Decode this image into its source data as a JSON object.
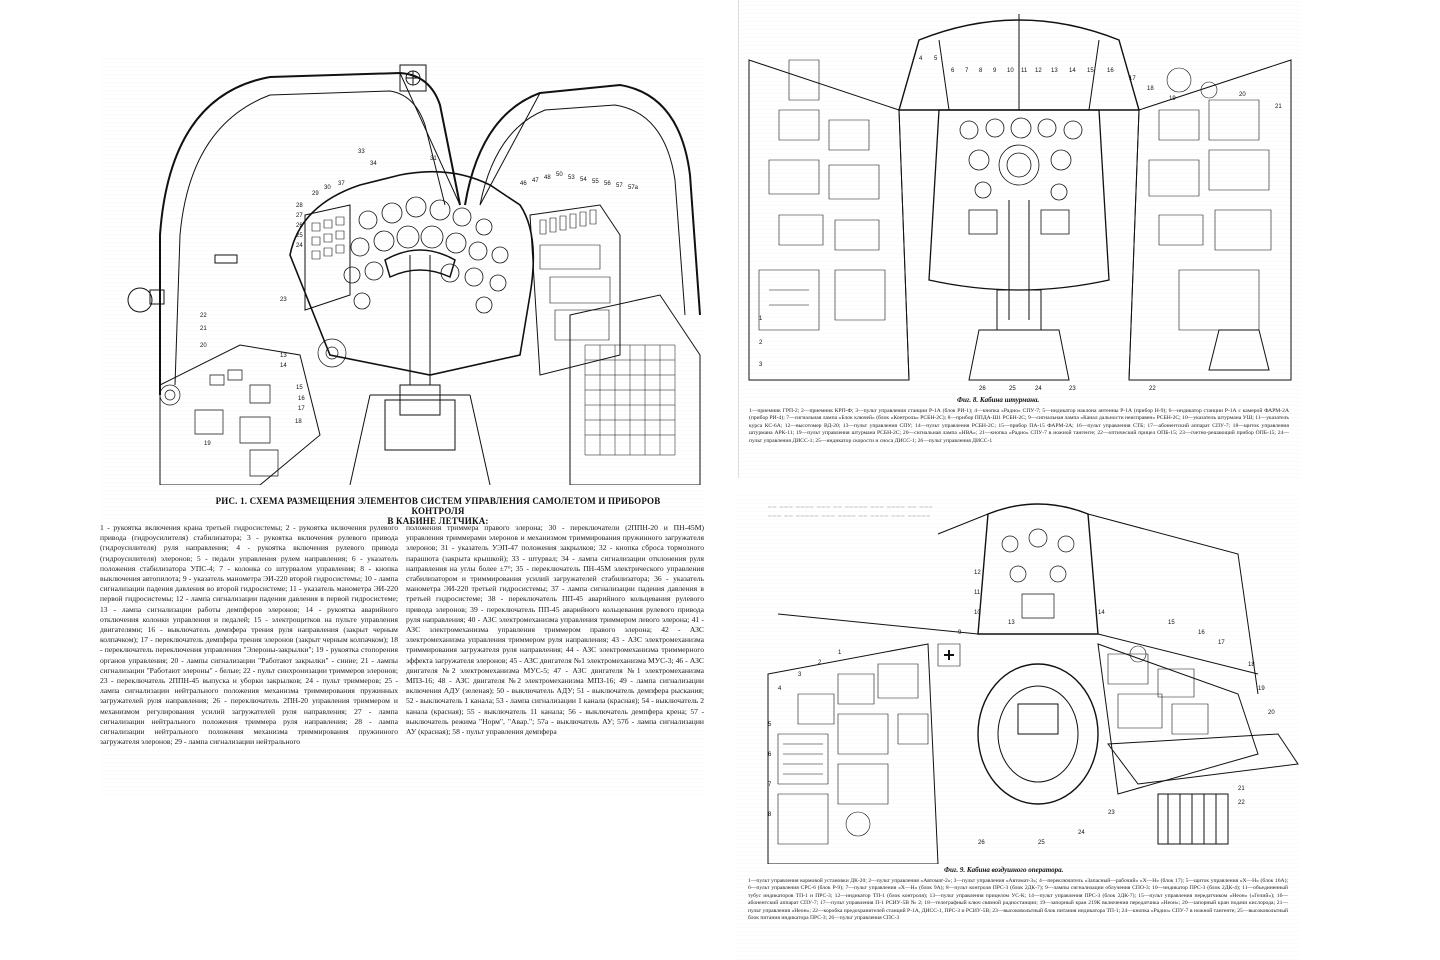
{
  "fig1": {
    "caption_line1": "РИС. 1. СХЕМА РАЗМЕЩЕНИЯ ЭЛЕМЕНТОВ СИСТЕМ УПРАВЛЕНИЯ САМОЛЕТОМ И ПРИБОРОВ КОНТРОЛЯ",
    "caption_line2": "В КАБИНЕ ЛЕТЧИКА:",
    "text_left": "1 - рукоятка включения крана третьей гидросистемы; 2 - рукоятка включения рулевого привода (гидроусилителя) стабилизатора; 3 - рукоятка включения рулевого привода (гидроусилителя) руля направления; 4 - рукоятка включения рулевого привода (гидроусилителя) элеронов; 5 - педали управления рулем направления; 6 - указатель положения стабилизатора УПС-4; 7 - колонка со штурвалом управления; 8 - кнопка выключения автопилота; 9 - указатель манометра ЭИ-220 второй гидросистемы; 10 - лампа сигнализации падения давления во второй гидросистеме; 11 - указатель манометра ЭИ-220 первой гидросистемы; 12 - лампа сигнализации падения давления в первой гидросистеме; 13 - лампа сигнализации работы демпферов элеронов; 14 - рукоятка аварийного отключения колонки управления и педалей; 15 - электрощитков на пульте управления двигателями; 16 - выключатель демпфера трения руля направления (закрыт черным колпачком); 17 - переключатель демпфера трения элеронов (закрыт черным колпачком); 18 - переключатель переключения управления \"Элероны-закрылки\"; 19 - рукоятка стопорения органов управления; 20 - лампы сигнализации \"Работают закрылки\" - синие; 21 - лампы сигнализации \"Работают элероны\" - белые; 22 - пульт синхронизации триммеров элеронов; 23 - переключатель 2ППН-45 выпуска и уборки закрылков; 24 - пульт триммеров; 25 - лампа сигнализации нейтрального положения механизма триммирования пружинных загружателей руля направления; 26 - переключатель 2ПН-20 управления триммером и механизмом регулирования усилий загружателей руля направления; 27 - лампа сигнализации нейтрального положения триммера руля направления; 28 - лампа сигнализации нейтрального положения механизма триммирования пружинного загружателя элеронов; 29 - лампа сигнализации нейтрального",
    "text_right": "положения триммера правого элерона; 30 - переключатели (2ППН-20 и ПН-45М) управления триммерами элеронов и механизмом триммирования пружинного загружателя элеронов; 31 - указатель УЭП-47 положения закрылков; 32 - кнопка сброса тормозного парашюта (закрыта крышкой); 33 - штурвал; 34 - лампа сигнализации отклонения руля направления на углы более ±7°; 35 - переключатель ПН-45М электрического управления стабилизатором и триммирования усилий загружателей стабилизатора; 36 - указатель манометра ЭИ-220 третьей гидросистемы; 37 - лампа сигнализации падения давления в третьей гидросистеме; 38 - переключатель ПП-45 аварийного кольцевания рулевого привода элеронов; 39 - переключатель ПП-45 аварийного кольцевания рулевого привода руля направления; 40 - АЗС электромеханизма управления триммером левого элерона; 41 - АЗС электромеханизма управления триммером правого элерона; 42 - АЗС электромеханизма управления триммером руля направления; 43 - АЗС электромеханизма триммирования загружателя руля направления; 44 - АЗС электромеханизма триммерного эффекта загружателя элеронов; 45 - АЗС двигателя №1 электромеханизма МУС-3; 46 - АЗС двигателя №2 электромеханизма МУС-5; 47 - АЗС двигателя №1 электромеханизма МПЗ-16; 48 - АЗС двигателя №2 электромеханизма МПЗ-16; 49 - лампа сигнализации включения АДУ (зеленая); 50 - выключатель АДУ; 51 - выключатель демпфера рыскания; 52 - выключатель 1 канала; 53 - лампа сигнализации 1 канала (красная); 54 - выключатель 2 канала (красная); 55 - выключатель 11 канала; 56 - выключатель демпфера крена; 57 - выключатель режима \"Норм\", \"Авар.\"; 57а - выключатель АУ; 57б - лампа сигнализации АУ (красная); 58 - пульт управления демпфера",
    "callouts": [
      "33",
      "34",
      "31",
      "29",
      "30",
      "37",
      "28",
      "27",
      "26",
      "25",
      "24",
      "23",
      "22",
      "21",
      "20",
      "19",
      "18",
      "17",
      "16",
      "15",
      "14",
      "13",
      "46",
      "47",
      "48",
      "50",
      "53",
      "54",
      "55",
      "56",
      "57",
      "57а"
    ]
  },
  "fig8": {
    "caption": "Фиг. 8. Кабина штурмана.",
    "text": "1—приемник ГРП-2; 2—приемник КРП-Ф; 3—пульт управления станции Р-1А (блок РИ-1); 4—кнопка «Радио» СПУ-7; 5—индикатор наклона антенны Р-1А (прибор Н-9); 6—индикатор станции Р-1А с камерой ФАРМ-2А (прибор РИ-4); 7—сигнальная лампа «Блок ключей» (блок «Контроль» РСБН-2С); 8—прибор ППДА-Ш1 РСБН-2С; 9—сигнальная лампа «Канал дальности неисправен» РСБН-2С; 10—указатель штурмана УШ; 11—указатель курса КС-6А; 12—высотомер ВД-20; 13—пульт управления СПУ; 14—пульт управления РСБН-2С; 15—прибор ПА-15 ФАРМ-2А; 16—пульт управления СТБ; 17—абонентский аппарат СПУ-7; 18—щиток управления штурмана АРК-11; 19—пульт управления штурмана РСБН-2С; 20—сигнальная лампа «НВА»; 21—кнопка «Радио» СПУ-7 в ножной тангенте; 22—оптический прицел ОПБ-15; 23—счетно-решающий прибор ОПБ-15; 24—пульт управления ДИСС-1; 25—индикатор скорости и сноса ДИСС-1; 26—пульт управления ДИСС-1",
    "callouts": [
      "4",
      "5",
      "6",
      "7",
      "8",
      "9",
      "10",
      "11",
      "12",
      "13",
      "14",
      "15",
      "16",
      "17",
      "18",
      "19",
      "20",
      "21",
      "22",
      "23",
      "24",
      "25",
      "26",
      "1",
      "2",
      "3"
    ]
  },
  "fig9": {
    "caption": "Фиг. 9. Кабина воздушного оператора.",
    "text": "1—пульт управления кормовой установки ДК-20; 2—пульт управления «Автомат-2»; 3—пульт управления «Автомат-3»; 4—переключатель «Запасный—рабочий» «Х—Н» (блок 17); 5—щиток управления «Х—Н» (блок 16А); 6—пульт управления СРС-6 (блок Р-9); 7—пульт управления «Х—Н» (блок 9А); 8—пульт контроля ПРС-3 (блок 2ДК-7); 9—лампы сигнализации облучения СПО-3; 10—индикатор ПРС-3 (блок 2ДК-4); 11—объединенный тубус индикаторов ТП-1 и ПРС-3; 12—индикатор ТП-1 (блок контроля); 13—пульт управления прицелом УС-К; 14—пульт управления ПРС-3 (блок 2ДК-7); 15—пульт управления передатчиком «Неон» («Гелий»); 16—абонентский аппарат СПУ-7; 17—пульт управления П-1 РСИУ-5В № 2; 18—телеграфный ключ связной радиостанции; 19—запорный кран 219К включения передатчика «Неон»; 20—запорный кран подачи кислорода; 21—пульт управления «Неон»; 22—коробка предохранителей станций Р-1А, ДИСС-1, ПРС-3 и РСИУ-5В; 23—высоковольтный блок питания индикатора ТП-1; 24—кнопка «Радио» СПУ-7 в ножной тангенте; 25—высоковольтный блок питания индикатора ПРС-3; 26—пульт управления СПС-3",
    "callouts": [
      "1",
      "2",
      "3",
      "4",
      "5",
      "6",
      "7",
      "8",
      "9",
      "10",
      "11",
      "12",
      "13",
      "14",
      "15",
      "16",
      "17",
      "18",
      "19",
      "20",
      "21",
      "22",
      "23",
      "24",
      "25",
      "26"
    ]
  }
}
